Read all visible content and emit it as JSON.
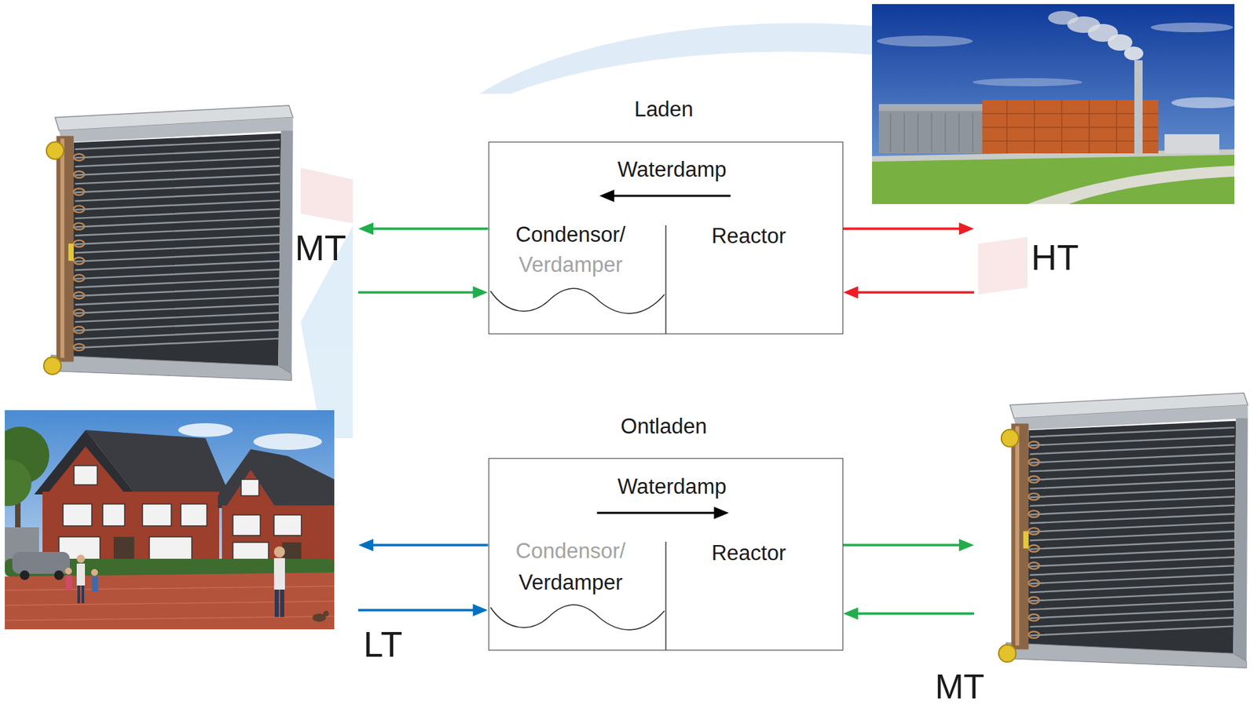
{
  "diagram": {
    "nodes": [
      {
        "text": [
          "Laden"
        ]
      },
      {
        "text": [
          "Condensor/",
          "Verdamper"
        ],
        "in": 0
      },
      {
        "text": [
          "Reactor"
        ],
        "in": 0
      },
      {
        "text": [
          "MT"
        ]
      },
      {
        "text": [
          "HT"
        ]
      },
      {
        "text": [
          "Ontladen"
        ]
      },
      {
        "text": [
          "Condensor/",
          "Verdamper"
        ],
        "in": 5
      },
      {
        "text": [
          "Reactor"
        ],
        "in": 5
      },
      {
        "text": [
          "LT"
        ]
      },
      {
        "text": [
          "MT"
        ]
      }
    ],
    "edges": [
      {
        "from": 2,
        "to": 1,
        "label": "Waterdamp",
        "arrow": "to"
      },
      {
        "from": 1,
        "to": 3,
        "arrow": "to"
      },
      {
        "from": 3,
        "to": 1,
        "arrow": "to"
      },
      {
        "from": 2,
        "to": 4,
        "arrow": "to"
      },
      {
        "from": 4,
        "to": 2,
        "arrow": "to"
      },
      {
        "from": 6,
        "to": 7,
        "label": "Waterdamp",
        "arrow": "to"
      },
      {
        "from": 6,
        "to": 8,
        "arrow": "to"
      },
      {
        "from": 8,
        "to": 6,
        "arrow": "to"
      },
      {
        "from": 7,
        "to": 9,
        "arrow": "to"
      },
      {
        "from": 9,
        "to": 7,
        "arrow": "to"
      }
    ]
  }
}
